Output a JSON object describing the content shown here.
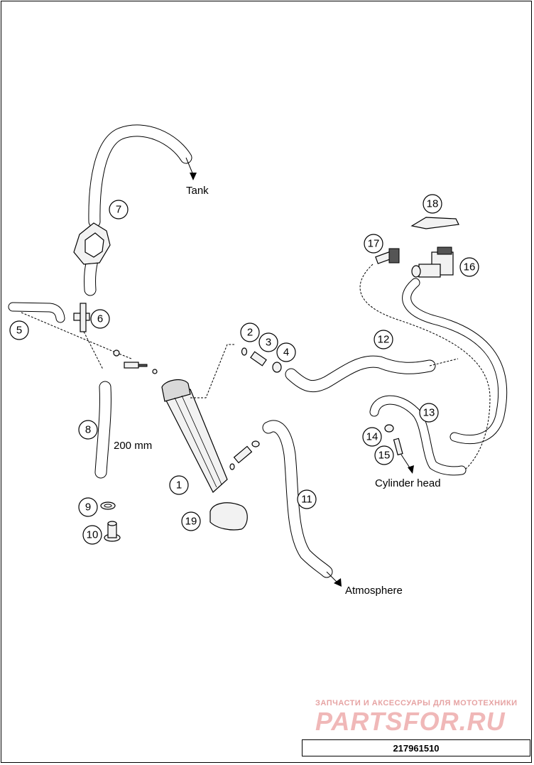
{
  "diagram": {
    "labels": {
      "tank": "Tank",
      "atmosphere": "Atmosphere",
      "cylinder_head": "Cylinder head",
      "length": "200 mm"
    },
    "callouts": [
      "1",
      "2",
      "3",
      "4",
      "5",
      "6",
      "7",
      "8",
      "9",
      "10",
      "11",
      "12",
      "13",
      "14",
      "15",
      "16",
      "17",
      "18",
      "19"
    ]
  },
  "watermark": {
    "line1": "ЗАПЧАСТИ И АКСЕССУАРЫ ДЛЯ МОТОТЕХНИКИ",
    "line2": "PARTSFOR.RU"
  },
  "drawing_id": "217961510"
}
